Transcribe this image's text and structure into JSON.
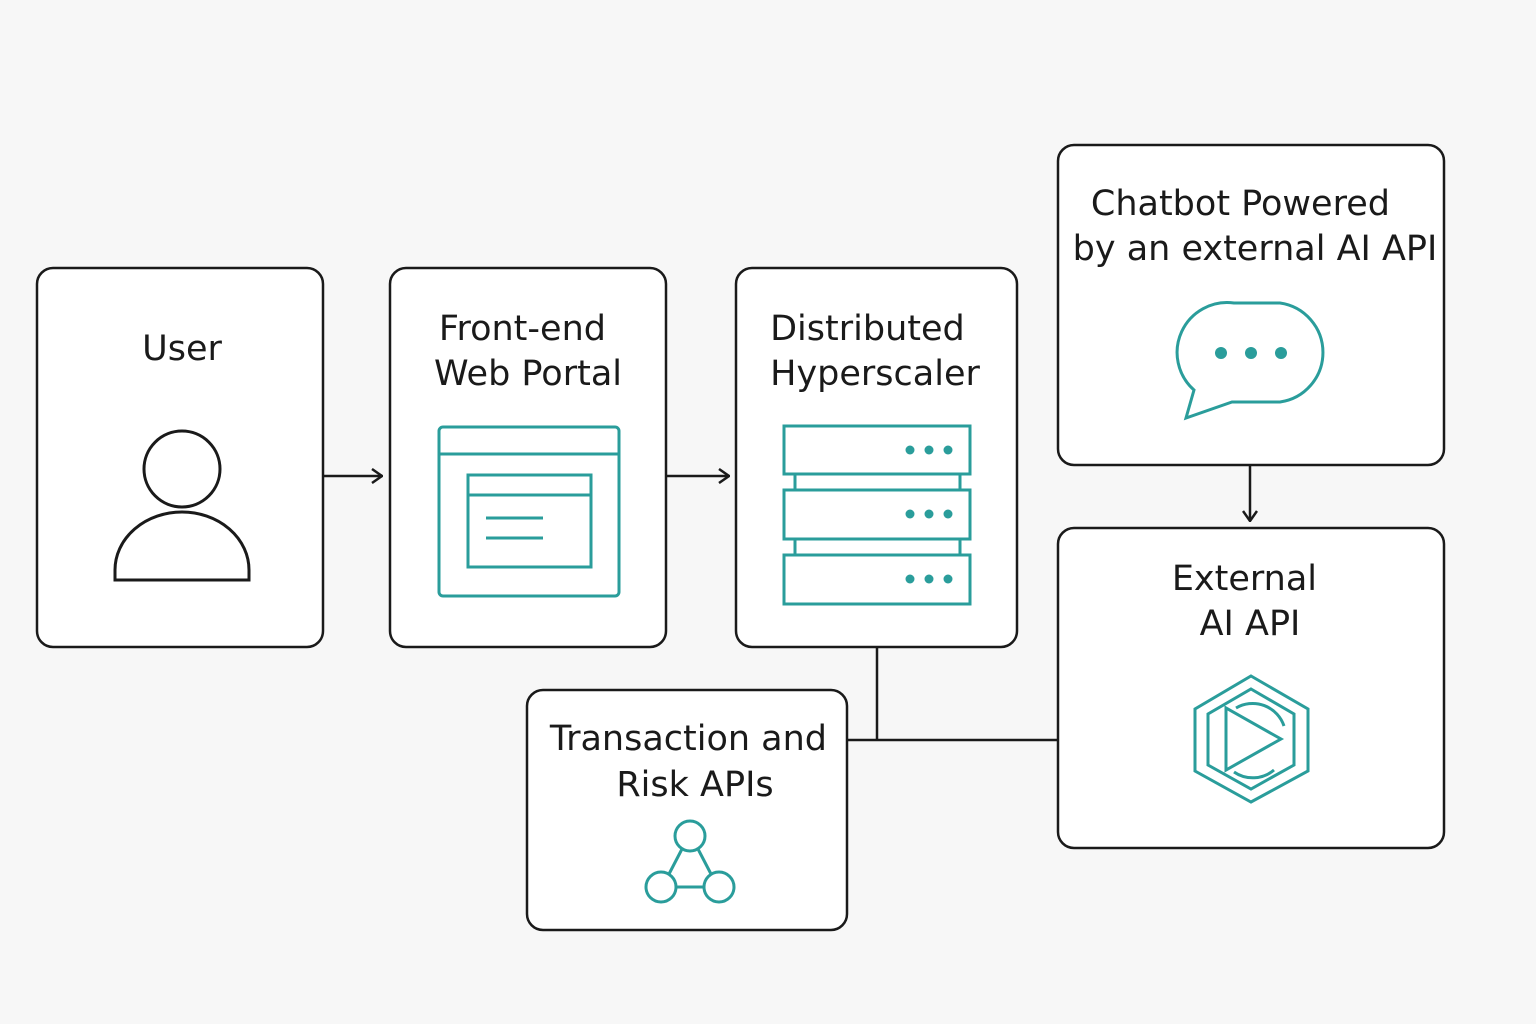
{
  "nodes": {
    "user": {
      "label": [
        "User"
      ],
      "icon": "person-icon"
    },
    "portal": {
      "label": [
        "Front-end",
        "Web Portal"
      ],
      "icon": "browser-window-icon"
    },
    "hyperscaler": {
      "label": [
        "Distributed",
        "Hyperscaler"
      ],
      "icon": "server-stack-icon"
    },
    "chatbot": {
      "label": [
        "Chatbot Powered",
        "by an external AI API"
      ],
      "icon": "chat-bubble-icon"
    },
    "ai_api": {
      "label": [
        "External",
        "AI API"
      ],
      "icon": "hexagon-logo-icon"
    },
    "risk": {
      "label": [
        "Transaction and",
        "Risk APIs"
      ],
      "icon": "network-nodes-icon"
    }
  },
  "edges": [
    {
      "from": "user",
      "to": "portal"
    },
    {
      "from": "portal",
      "to": "hyperscaler"
    },
    {
      "from": "chatbot",
      "to": "ai_api"
    },
    {
      "from": "hyperscaler",
      "to": "ai_api"
    },
    {
      "from": "risk",
      "to": "ai_api"
    }
  ],
  "colors": {
    "accent": "#2a9d9b",
    "stroke": "#1a1a1a",
    "background": "#f7f7f7",
    "box_fill": "#ffffff"
  }
}
